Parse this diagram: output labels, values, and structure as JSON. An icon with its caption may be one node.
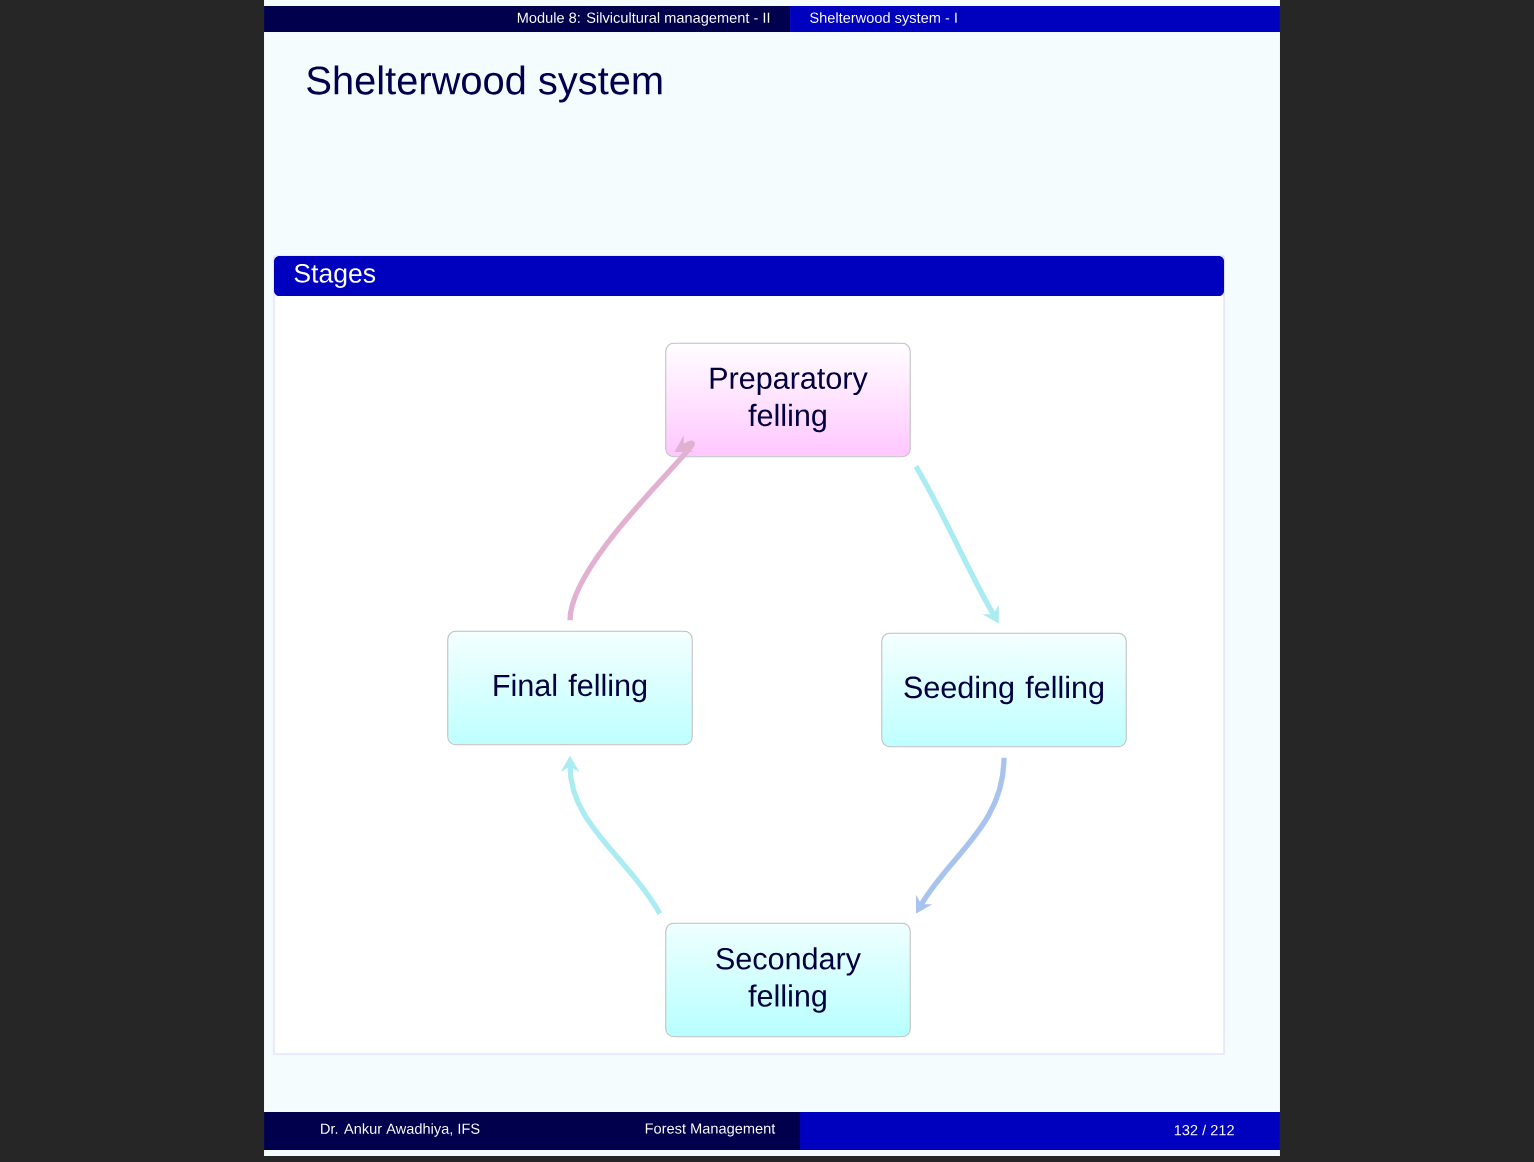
{
  "diagram": {
    "title": "Shelterwood system",
    "nodes": [
      {
        "text": [
          "Stages"
        ]
      },
      {
        "text": [
          "Preparatory felling"
        ],
        "in": 0
      },
      {
        "text": [
          "Seeding felling"
        ],
        "in": 0
      },
      {
        "text": [
          "Secondary felling"
        ],
        "in": 0
      },
      {
        "text": [
          "Final felling"
        ],
        "in": 0
      }
    ],
    "edges": [
      {
        "from": 1,
        "to": 2,
        "arrow": "to"
      },
      {
        "from": 2,
        "to": 3,
        "arrow": "to",
        "color": "#a8c4ee"
      },
      {
        "from": 3,
        "to": 4,
        "arrow": "to"
      },
      {
        "from": 4,
        "to": 1,
        "arrow": "to",
        "color": "#e2b0d0"
      }
    ],
    "labels": [
      "Module 8: Silvicultural management - II",
      "Shelterwood system - I",
      "Dr. Ankur Awadhiya, IFS",
      "Forest Management",
      "132 / 212"
    ]
  }
}
